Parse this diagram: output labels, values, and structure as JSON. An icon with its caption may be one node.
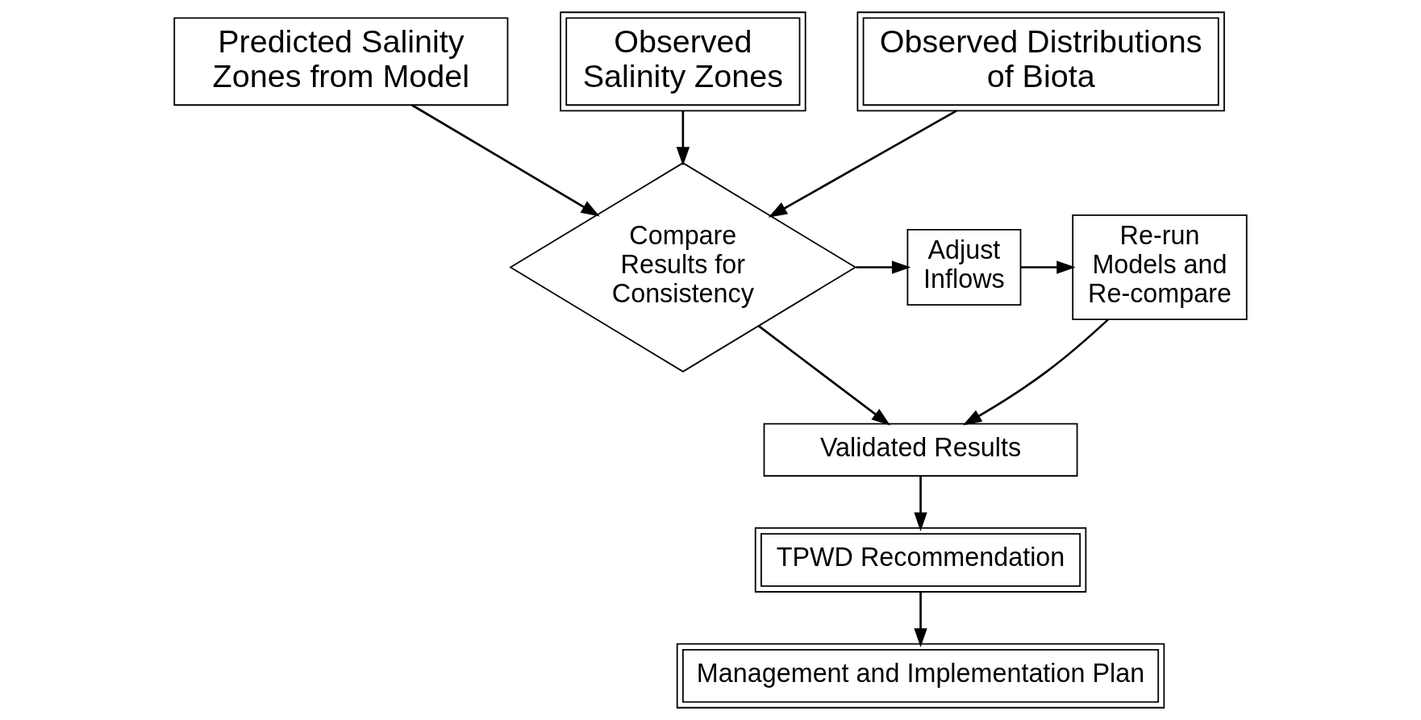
{
  "diagram": {
    "nodes": [
      {
        "text": [
          "Predicted Salinity Zones from Model"
        ]
      },
      {
        "text": [
          "Observed Salinity Zones"
        ]
      },
      {
        "text": [
          "Observed Distributions of Biota"
        ]
      },
      {
        "text": [
          "Compare Results for Consistency"
        ]
      },
      {
        "text": [
          "Adjust Inflows"
        ]
      },
      {
        "text": [
          "Re-run Models and Re-compare"
        ]
      },
      {
        "text": [
          "Validated Results"
        ]
      },
      {
        "text": [
          "TPWD Recommendation"
        ]
      },
      {
        "text": [
          "Management and Implementation Plan"
        ]
      }
    ],
    "edges": [
      {
        "from": 0,
        "to": 3,
        "arrow": "to"
      },
      {
        "from": 1,
        "to": 3,
        "arrow": "to"
      },
      {
        "from": 2,
        "to": 3,
        "arrow": "to"
      },
      {
        "from": 3,
        "to": 4,
        "arrow": "to"
      },
      {
        "from": 4,
        "to": 5,
        "arrow": "to"
      },
      {
        "from": 5,
        "to": 6,
        "arrow": "to"
      },
      {
        "from": 3,
        "to": 6,
        "arrow": "to"
      },
      {
        "from": 6,
        "to": 7,
        "arrow": "to"
      },
      {
        "from": 7,
        "to": 8,
        "arrow": "to"
      }
    ]
  }
}
